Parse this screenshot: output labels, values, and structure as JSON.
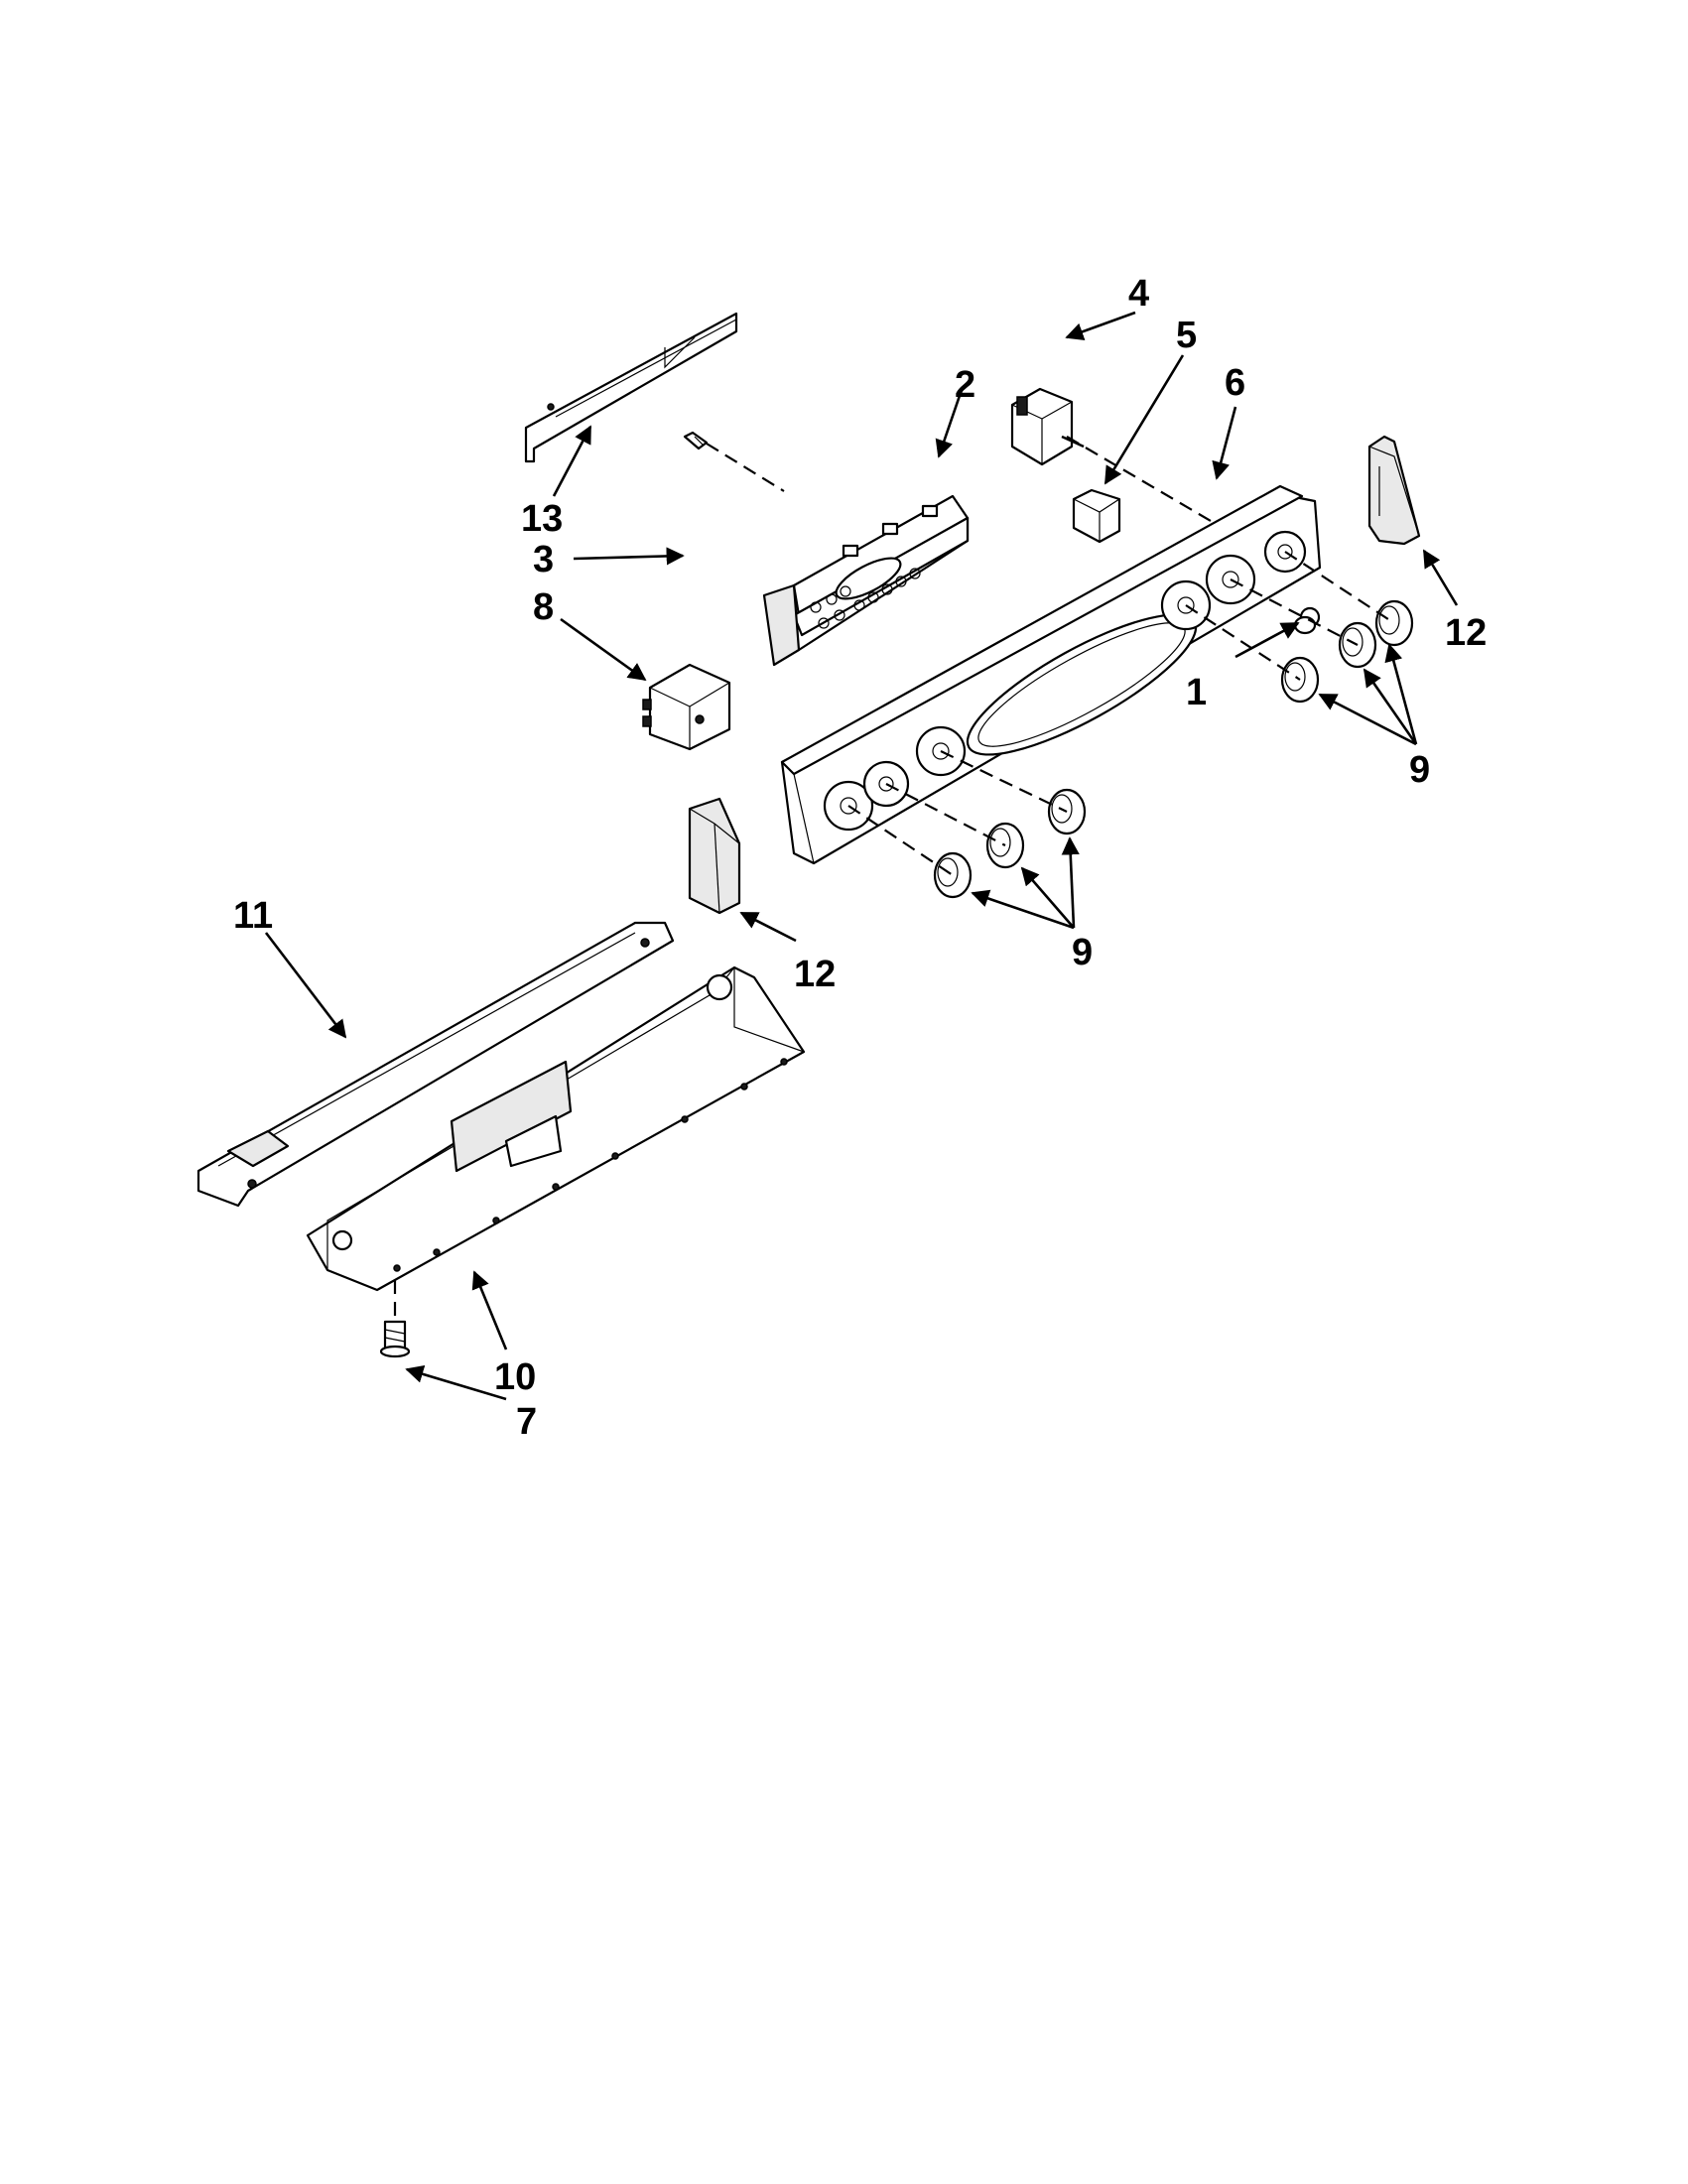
{
  "callouts": {
    "c1": "1",
    "c2": "2",
    "c3": "3",
    "c4": "4",
    "c5": "5",
    "c6": "6",
    "c7": "7",
    "c8": "8",
    "c9_right": "9",
    "c9_left": "9",
    "c10": "10",
    "c11": "11",
    "c12_right": "12",
    "c12_left": "12",
    "c13": "13"
  },
  "icons": {
    "control_panel": "control-panel-icon",
    "electronic_control": "electronic-control-board-icon",
    "knob": "knob-icon",
    "switch": "switch-icon",
    "screw": "screw-icon",
    "end_cap": "end-cap-icon",
    "shield": "shield-icon",
    "bracket": "mounting-bracket-icon"
  }
}
